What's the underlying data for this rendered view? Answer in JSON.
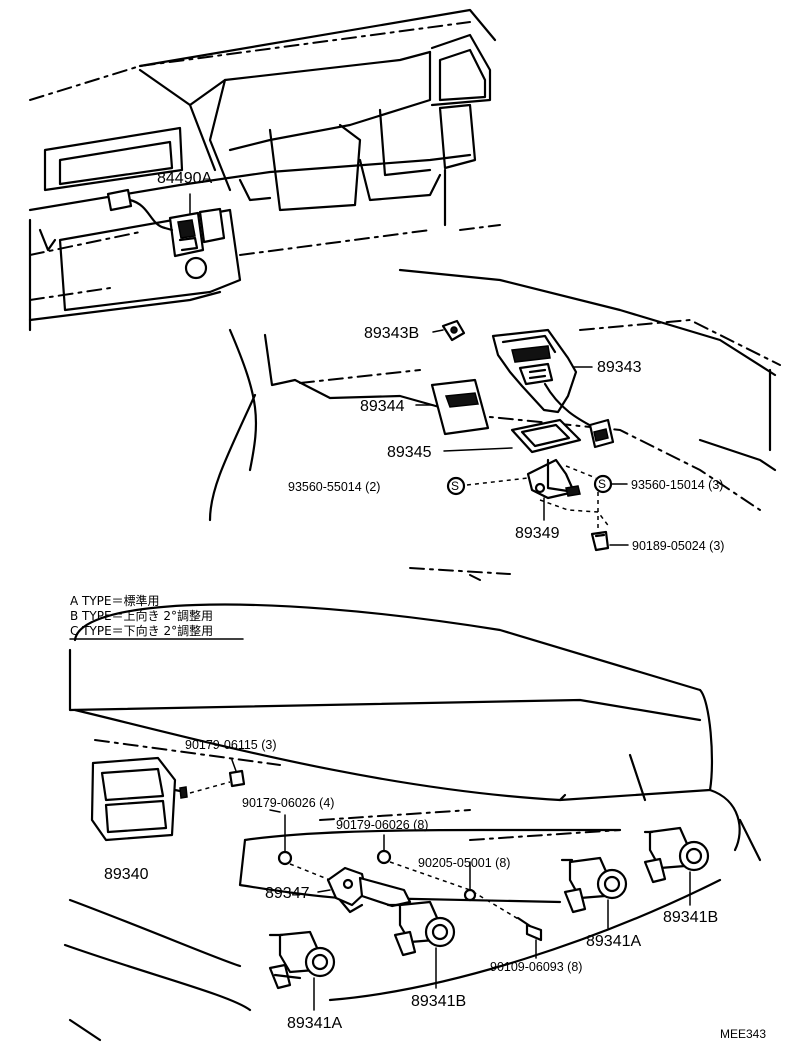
{
  "labels": {
    "p84490A": "84490A",
    "p89343B": "89343B",
    "p89343": "89343",
    "p89344": "89344",
    "p89345": "89345",
    "p93560_55014": "93560-55014 (2)",
    "p93560_15014": "93560-15014 (3)",
    "p89349": "89349",
    "p90189": "90189-05024 (3)",
    "p90179_06115": "90179-06115 (3)",
    "p90179_06026_4": "90179-06026 (4)",
    "p90179_06026_8": "90179-06026 (8)",
    "p90205": "90205-05001 (8)",
    "p89340": "89340",
    "p89347": "89347",
    "p90109": "90109-06093 (8)",
    "p89341A_left": "89341A",
    "p89341B_mid": "89341B",
    "p89341A_right": "89341A",
    "p89341B_right": "89341B",
    "s_left": "S",
    "s_right": "S",
    "diagram_code": "MEE343"
  },
  "notes": {
    "type_a": "A TYPE＝標準用",
    "type_b": "B TYPE＝上向き 2°調整用",
    "type_c": "C TYPE＝下向き 2°調整用"
  }
}
